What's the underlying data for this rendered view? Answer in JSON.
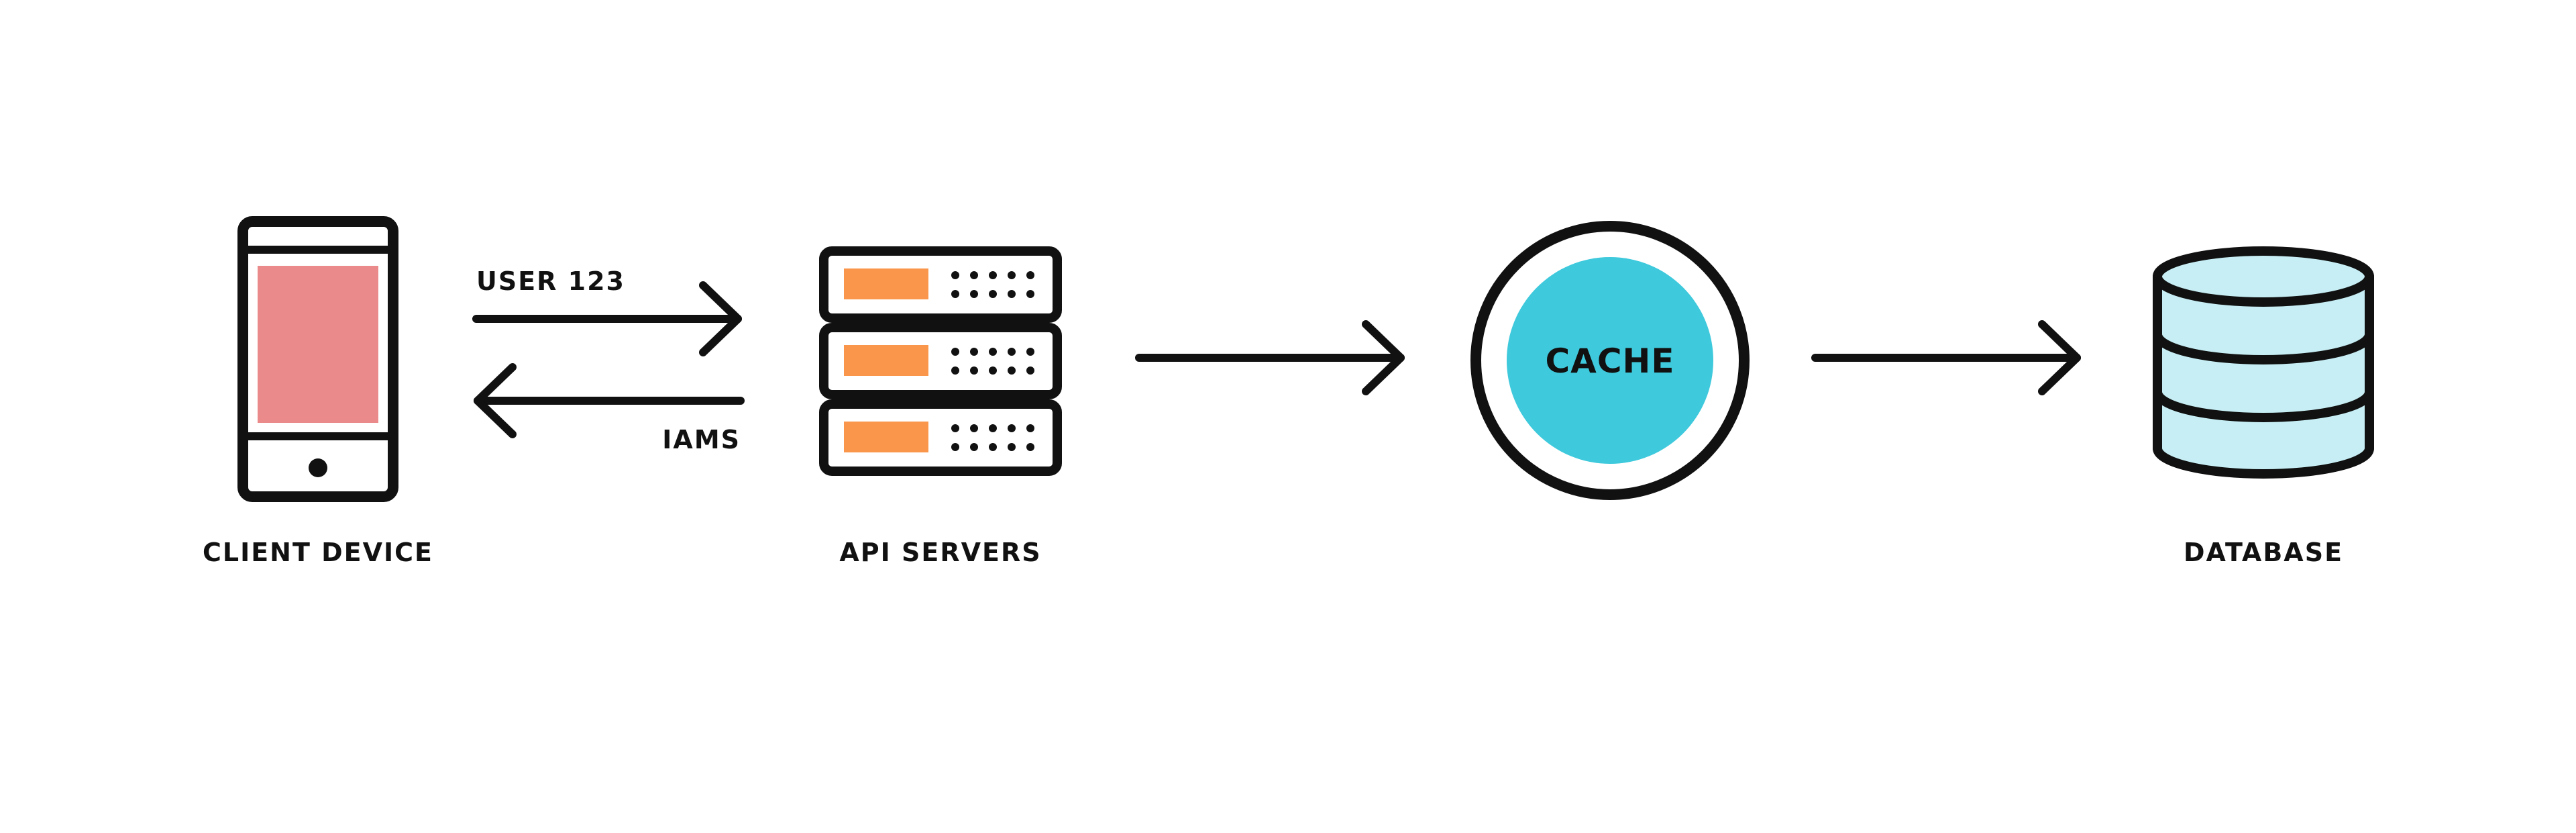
{
  "nodes": {
    "client": {
      "label": "CLIENT DEVICE",
      "icon": "phone-icon",
      "screen_color": "#ea8a8a"
    },
    "api": {
      "label": "API SERVERS",
      "icon": "server-rack-icon",
      "slot_color": "#f9964b"
    },
    "cache": {
      "label": "CACHE",
      "icon": "cache-circle-icon",
      "fill_color": "#3ec9dc"
    },
    "database": {
      "label": "DATABASE",
      "icon": "database-icon",
      "fill_color": "#c6eef4"
    }
  },
  "edges": {
    "request": {
      "label": "USER 123",
      "from": "client",
      "to": "api"
    },
    "response": {
      "label": "IAMS",
      "from": "api",
      "to": "client"
    },
    "api_to_cache": {
      "from": "api",
      "to": "cache"
    },
    "cache_to_db": {
      "from": "cache",
      "to": "database"
    }
  },
  "colors": {
    "stroke": "#111111",
    "background": "#ffffff"
  }
}
